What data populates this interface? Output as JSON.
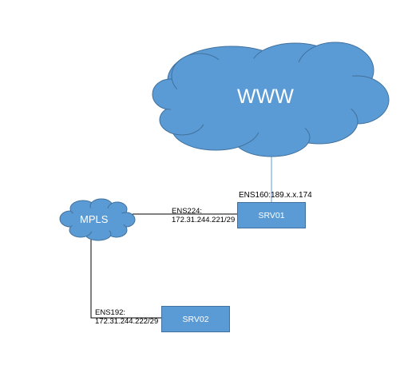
{
  "colors": {
    "shape_fill": "#5b9bd5",
    "shape_stroke": "#41719c",
    "link": "#000000",
    "uplink": "#5b9bd5"
  },
  "clouds": {
    "www": {
      "label": "WWW"
    },
    "mpls": {
      "label": "MPLS"
    }
  },
  "nodes": {
    "srv01": {
      "label": "SRV01"
    },
    "srv02": {
      "label": "SRV02"
    }
  },
  "interfaces": {
    "ens160": {
      "label": "ENS160:189.x.x.174"
    },
    "ens224": {
      "name": "ENS224:",
      "ip": "172.31.244.221/29"
    },
    "ens192": {
      "name": "ENS192:",
      "ip": "172.31.244.222/29"
    }
  }
}
